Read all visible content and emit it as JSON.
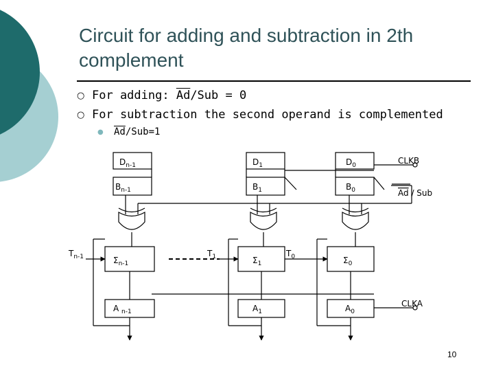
{
  "slide": {
    "title": "Circuit for adding and subtraction in 2th complement",
    "bullets": [
      {
        "prefix": "For adding: ",
        "overlined": "Ad",
        "suffix": "/Sub = 0"
      },
      {
        "text": "For subtraction the second operand is complemented"
      }
    ],
    "sub_bullet": {
      "overlined": "Ad",
      "suffix": "/Sub=1"
    },
    "page_number": "10",
    "colors": {
      "title": "#2f5258",
      "deco_dark": "#1e6b6b",
      "deco_light": "#a5cfd2",
      "sub_bullet_marker": "#7fb8bc"
    }
  },
  "circuit": {
    "d_registers": {
      "left": "D",
      "left_sub": "n-1",
      "mid": "D",
      "mid_sub": "1",
      "right": "D",
      "right_sub": "0"
    },
    "b_registers": {
      "left": "B",
      "left_sub": "n-1",
      "mid": "B",
      "mid_sub": "1",
      "right": "B",
      "right_sub": "0"
    },
    "sum_cells": {
      "left": "Σ",
      "left_sub": "n-1",
      "mid": "Σ",
      "mid_sub": "1",
      "right": "Σ",
      "right_sub": "0"
    },
    "a_registers": {
      "left": "A ",
      "left_sub": "n-1",
      "mid": "A",
      "mid_sub": "1",
      "right": "A",
      "right_sub": "0"
    },
    "carries": {
      "t_left": "T",
      "t_left_sub": "n-1",
      "t_mid": "T",
      "t_mid_sub": "1",
      "t_right": "T",
      "t_right_sub": "0"
    },
    "signals": {
      "clkb": "CLKB",
      "ad_over": "Ad",
      "ad_sub_rest": " / Sub",
      "clka": "CLKA"
    }
  }
}
